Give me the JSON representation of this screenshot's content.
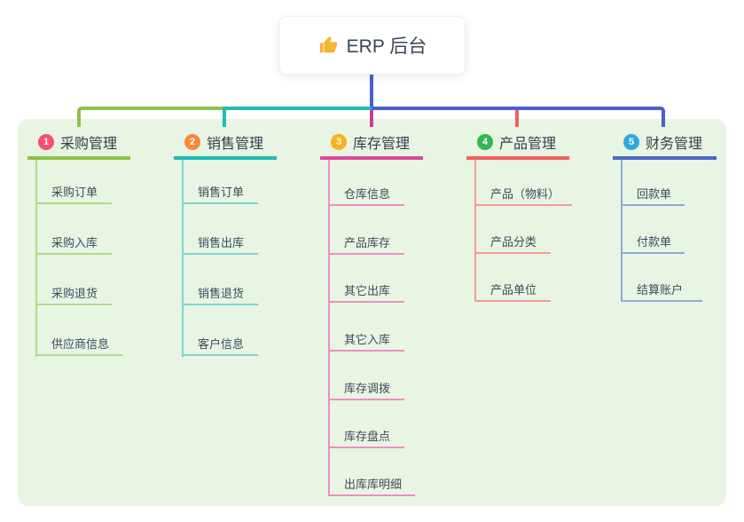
{
  "root": {
    "label": "ERP 后台",
    "icon": "thumbs-up-icon",
    "icon_color": "#f7b432"
  },
  "branches": [
    {
      "badge": "1",
      "label": "采购管理",
      "badge_color": "#f4516c",
      "line_color": "#8bc34a",
      "sub_line_color": "#b3d98b",
      "items": [
        "采购订单",
        "采购入库",
        "采购退货",
        "供应商信息"
      ]
    },
    {
      "badge": "2",
      "label": "销售管理",
      "badge_color": "#f8883c",
      "line_color": "#1ebdb5",
      "sub_line_color": "#7cd6cf",
      "items": [
        "销售订单",
        "销售出库",
        "销售退货",
        "客户信息"
      ]
    },
    {
      "badge": "3",
      "label": "库存管理",
      "badge_color": "#fbb11d",
      "line_color": "#e0479d",
      "sub_line_color": "#f28cc1",
      "items": [
        "仓库信息",
        "产品库存",
        "其它出库",
        "其它入库",
        "库存调拨",
        "库存盘点",
        "出库库明细"
      ]
    },
    {
      "badge": "4",
      "label": "产品管理",
      "badge_color": "#2fb84f",
      "line_color": "#f25f5f",
      "sub_line_color": "#f59b9b",
      "items": [
        "产品（物料）",
        "产品分类",
        "产品单位"
      ]
    },
    {
      "badge": "5",
      "label": "财务管理",
      "badge_color": "#2ea7e0",
      "line_color": "#4a68c6",
      "sub_line_color": "#93a8db",
      "items": [
        "回款单",
        "付款单",
        "结算账户"
      ]
    }
  ],
  "colors": {
    "canvas_panel": "#e7f5e2",
    "root_connector": "#4d5fcc",
    "center_drop": "#cb3d9b",
    "text_dark": "#333e4e",
    "text_item": "#3e4a5c"
  }
}
